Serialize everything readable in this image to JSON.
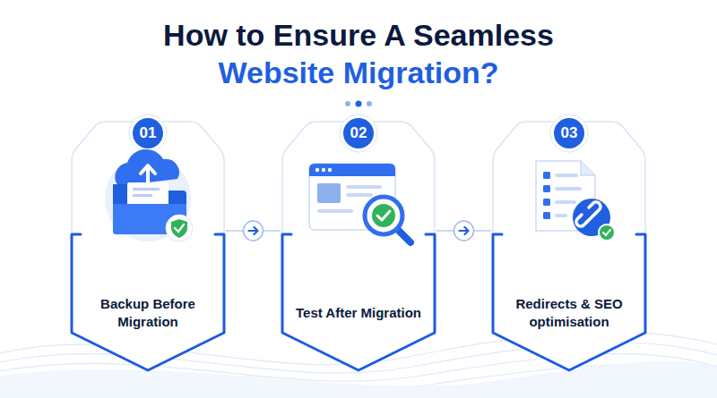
{
  "diagram": {
    "title": "How to Ensure A Seamless Website Migration?",
    "nodes": [
      {
        "text": [
          "01",
          "Backup Before Migration"
        ]
      },
      {
        "text": [
          "02",
          "Test After Migration"
        ]
      },
      {
        "text": [
          "03",
          "Redirects & SEO optimisation"
        ]
      }
    ],
    "edges": [
      {
        "from": 0,
        "to": 1,
        "arrow": "to"
      },
      {
        "from": 1,
        "to": 2,
        "arrow": "to"
      }
    ]
  }
}
